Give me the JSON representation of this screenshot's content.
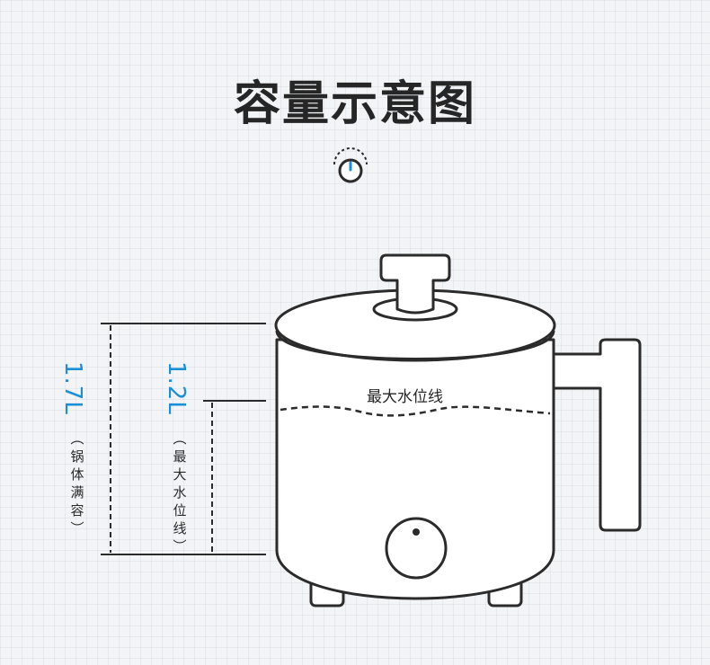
{
  "title": "容量示意图",
  "icon": "power-knob-icon",
  "labels": {
    "full_capacity": "1.7L",
    "full_capacity_note": "（锅体满容）",
    "max_water": "1.2L",
    "max_water_note": "（最大水位线）",
    "max_water_line_label": "最大水位线"
  },
  "colors": {
    "accent": "#1a8fd6",
    "stroke": "#2b2b2b",
    "background": "#f2f4f6"
  }
}
